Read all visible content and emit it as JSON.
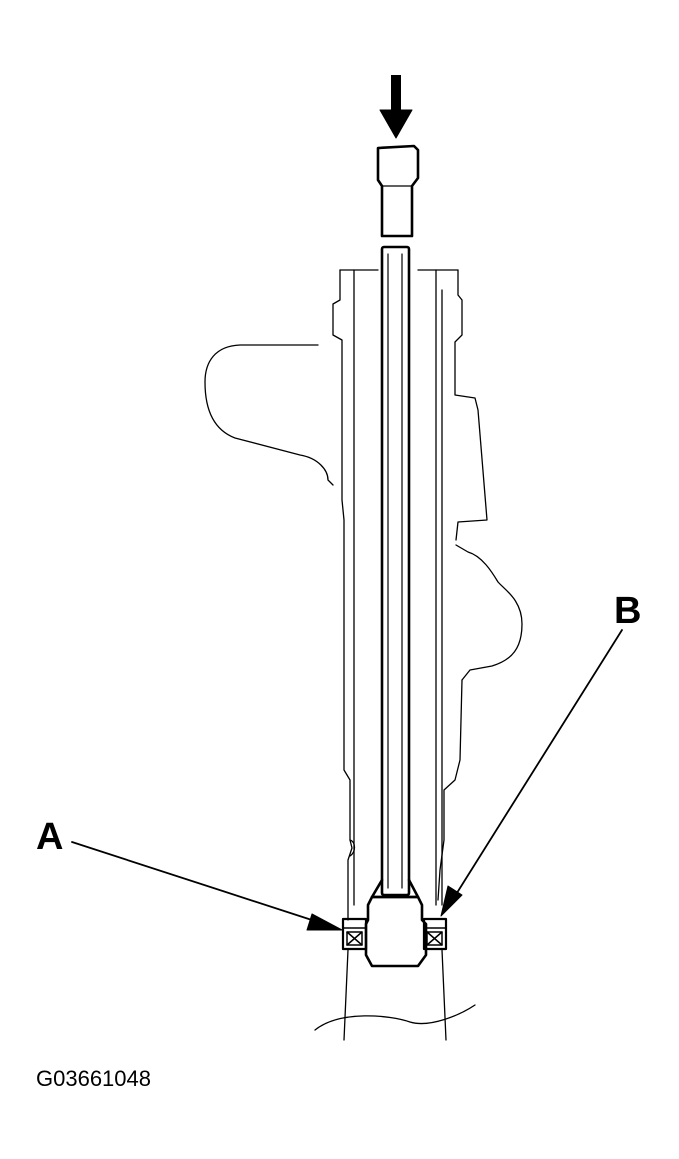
{
  "callouts": {
    "a": "A",
    "b": "B"
  },
  "figure_id": "G03661048",
  "colors": {
    "line": "#000000",
    "background": "#ffffff"
  }
}
